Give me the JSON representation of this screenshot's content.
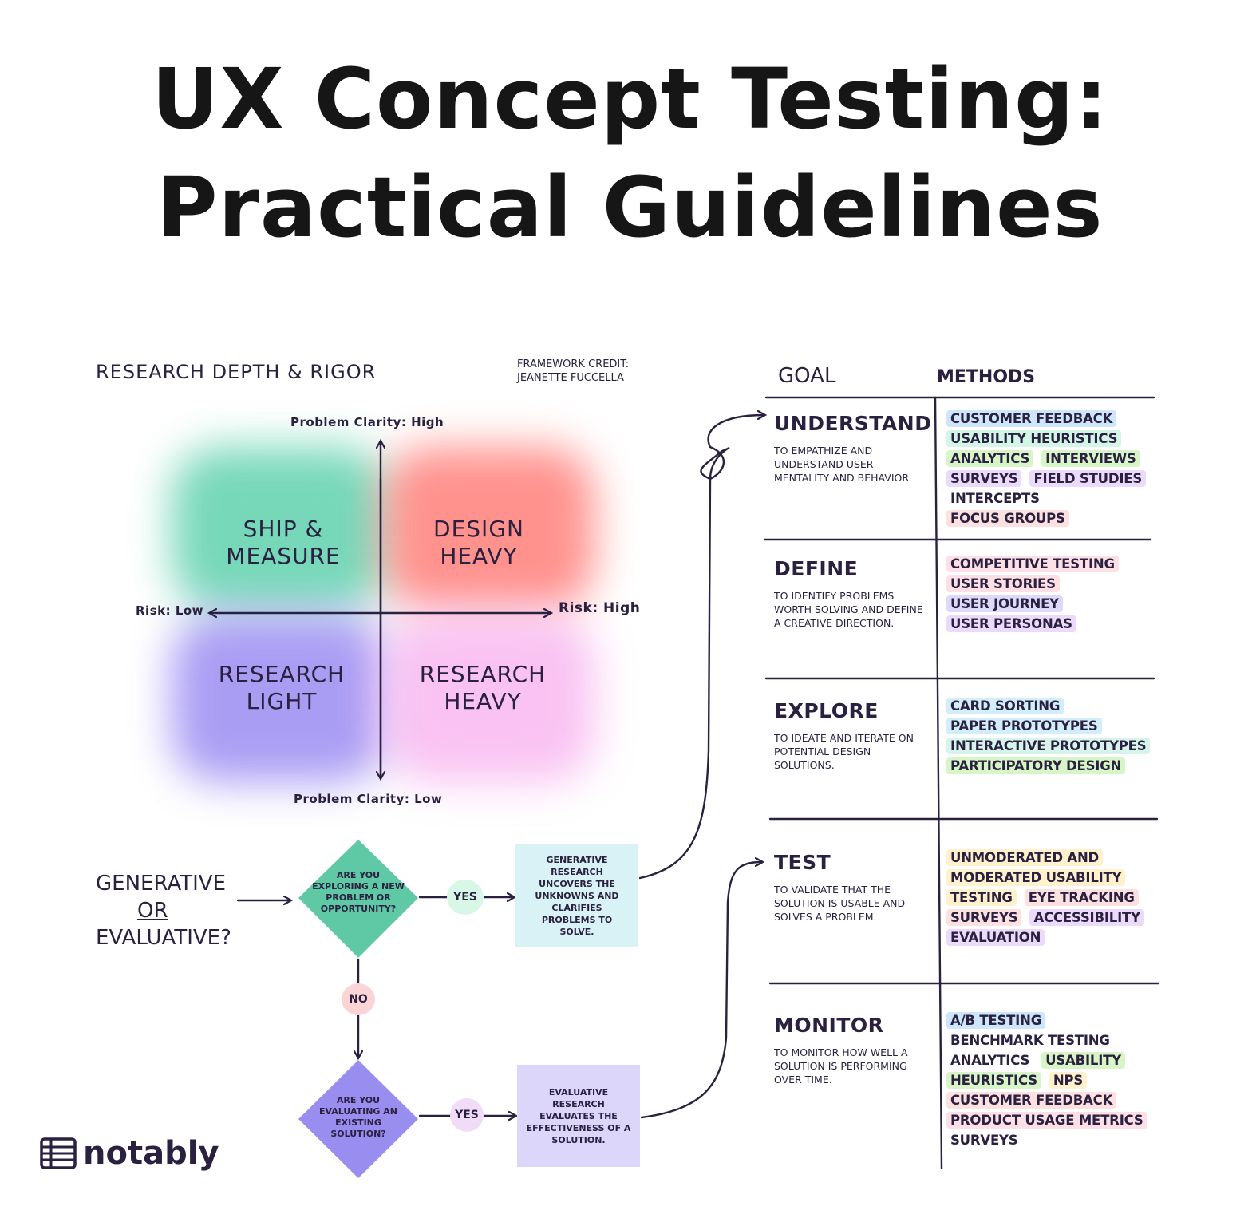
{
  "title": {
    "line1": "UX Concept Testing:",
    "line2": "Practical Guidelines"
  },
  "matrix": {
    "heading": "Research Depth & Rigor",
    "credit_line1": "Framework credit:",
    "credit_line2": "Jeanette Fuccella",
    "axis_top": "Problem Clarity: High",
    "axis_bottom": "Problem Clarity: Low",
    "axis_left": "Risk: Low",
    "axis_right": "Risk: High",
    "quadrants": {
      "top_left": [
        "SHIP &",
        "MEASURE"
      ],
      "top_right": [
        "DESIGN",
        "HEAVY"
      ],
      "bottom_left": [
        "RESEARCH",
        "LIGHT"
      ],
      "bottom_right": [
        "RESEARCH",
        "HEAVY"
      ]
    },
    "colors": {
      "top_left": "#5fd1ad",
      "top_right": "#ff7f7a",
      "bottom_left": "#9b8cf2",
      "bottom_right": "#f8b8f0"
    }
  },
  "flow": {
    "question_line1": "Generative",
    "question_line2": "or",
    "question_line3": "Evaluative?",
    "diamond1": "Are you exploring a new problem or opportunity?",
    "diamond2": "Are you evaluating an existing solution?",
    "yes1": "YES",
    "yes2": "YES",
    "no": "NO",
    "box1": "Generative research uncovers the unknowns and clarifies problems to solve.",
    "box2": "Evaluative research evaluates the effectiveness of a solution.",
    "colors": {
      "diamond1": "#5fc9a6",
      "diamond2": "#9a8df0",
      "box1": "#d8f2f6",
      "box2": "#dcd6fb",
      "yes1": "#d8f7e6",
      "yes2": "#f1dcf7",
      "no": "#fbd5d5"
    }
  },
  "table": {
    "col_goal": "GOAL",
    "col_methods": "METHODS",
    "rows": [
      {
        "goal": "UNDERSTAND",
        "desc": "To empathize and understand user mentality and behavior.",
        "methods": [
          {
            "label": "Customer Feedback",
            "color": "#cde6fb"
          },
          {
            "label": "Usability Heuristics",
            "color": "#d4f6e6"
          },
          {
            "label": "Analytics",
            "color": "#d8f5c8"
          },
          {
            "label": "Interviews",
            "color": "#d8f5c8"
          },
          {
            "label": "Surveys",
            "color": "#ecdafa"
          },
          {
            "label": "Field Studies",
            "color": "#ecdafa"
          },
          {
            "label": "Intercepts",
            "color": "#ffffff"
          },
          {
            "label": "Focus Groups",
            "color": "#fde0e0"
          }
        ]
      },
      {
        "goal": "DEFINE",
        "desc": "To identify problems worth solving and define a creative direction.",
        "methods": [
          {
            "label": "Competitive Testing",
            "color": "#fde0e6"
          },
          {
            "label": "User Stories",
            "color": "#fde0e6"
          },
          {
            "label": "User Journey",
            "color": "#ddd9fb"
          },
          {
            "label": "User Personas",
            "color": "#ecdafa"
          }
        ]
      },
      {
        "goal": "EXPLORE",
        "desc": "To ideate and iterate on potential design solutions.",
        "methods": [
          {
            "label": "Card Sorting",
            "color": "#d2eefa"
          },
          {
            "label": "Paper Prototypes",
            "color": "#d2eefa"
          },
          {
            "label": "Interactive Prototypes",
            "color": "#d6f4ea"
          },
          {
            "label": "Participatory Design",
            "color": "#d8f5c8"
          }
        ]
      },
      {
        "goal": "TEST",
        "desc": "To validate that the solution is usable and solves a problem.",
        "methods": [
          {
            "label": "Unmoderated and",
            "color": "#fff1cc"
          },
          {
            "label": "Moderated Usability",
            "color": "#fff1cc"
          },
          {
            "label": "Testing",
            "color": "#fff1cc"
          },
          {
            "label": "Eye Tracking",
            "color": "#fde0e0"
          },
          {
            "label": "Surveys",
            "color": "#fde0e0"
          },
          {
            "label": "Accessibility",
            "color": "#ecdafa"
          },
          {
            "label": "Evaluation",
            "color": "#ecdafa"
          }
        ]
      },
      {
        "goal": "MONITOR",
        "desc": "To monitor how well a solution is performing over time.",
        "methods": [
          {
            "label": "A/B Testing",
            "color": "#cde6fb"
          },
          {
            "label": "Benchmark Testing",
            "color": "#ffffff"
          },
          {
            "label": "Analytics",
            "color": "#ffffff"
          },
          {
            "label": "Usability",
            "color": "#d8f5c8"
          },
          {
            "label": "Heuristics",
            "color": "#d8f5c8"
          },
          {
            "label": "NPS",
            "color": "#fff1cc"
          },
          {
            "label": "Customer Feedback",
            "color": "#fde0e0"
          },
          {
            "label": "Product Usage Metrics",
            "color": "#fde0e6"
          },
          {
            "label": "Surveys",
            "color": "#ffffff"
          }
        ]
      }
    ]
  },
  "brand": {
    "name": "notably",
    "icon": "notebook-logo-icon"
  }
}
